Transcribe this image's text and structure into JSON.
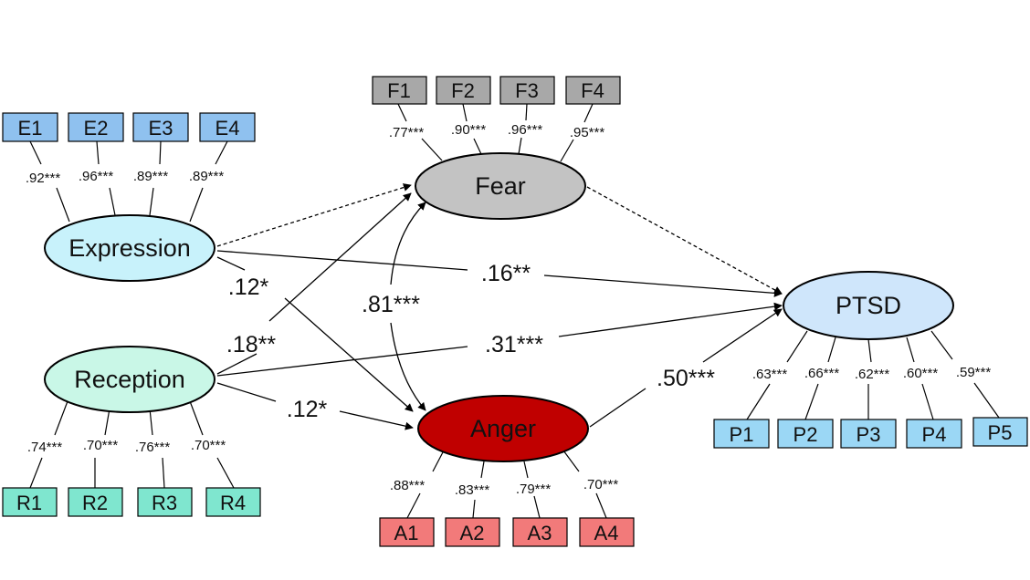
{
  "colors": {
    "expression_box": "#8fc1ef",
    "fear_box": "#a8a8a8",
    "reception_box": "#7fe6cf",
    "anger_box": "#f27a7a",
    "ptsd_box": "#9bd7f5",
    "expression_latent": "#c8f2fb",
    "reception_latent": "#c9f7e7",
    "fear_latent": "#c3c3c3",
    "anger_latent": "#c00000",
    "ptsd_latent": "#cfe6fb"
  },
  "latents": {
    "expression": "Expression",
    "reception": "Reception",
    "fear": "Fear",
    "anger": "Anger",
    "ptsd": "PTSD"
  },
  "indicators": {
    "expression": [
      "E1",
      "E2",
      "E3",
      "E4"
    ],
    "fear": [
      "F1",
      "F2",
      "F3",
      "F4"
    ],
    "reception": [
      "R1",
      "R2",
      "R3",
      "R4"
    ],
    "anger": [
      "A1",
      "A2",
      "A3",
      "A4"
    ],
    "ptsd": [
      "P1",
      "P2",
      "P3",
      "P4",
      "P5"
    ]
  },
  "loadings": {
    "expression": [
      ".92***",
      ".96***",
      ".89***",
      ".89***"
    ],
    "fear": [
      ".77***",
      ".90***",
      ".96***",
      ".95***"
    ],
    "reception": [
      ".74***",
      ".70***",
      ".76***",
      ".70***"
    ],
    "anger": [
      ".88***",
      ".83***",
      ".79***",
      ".70***"
    ],
    "ptsd": [
      ".63***",
      ".66***",
      ".62***",
      ".60***",
      ".59***"
    ]
  },
  "paths": {
    "expression_anger": ".12*",
    "reception_fear": ".18**",
    "fear_anger_cov": ".81***",
    "expression_ptsd": ".16**",
    "reception_ptsd": ".31***",
    "reception_anger": ".12*",
    "anger_ptsd": ".50***"
  }
}
